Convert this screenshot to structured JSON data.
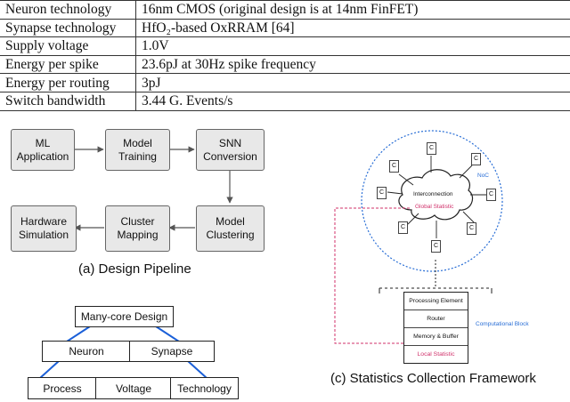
{
  "spec_table": {
    "rows": [
      {
        "label": "Neuron technology",
        "value": "16nm CMOS (original design is at 14nm FinFET)"
      },
      {
        "label": "Synapse technology",
        "value": "HfO₂-based OxRRAM [64]"
      },
      {
        "label": "Supply voltage",
        "value": "1.0V"
      },
      {
        "label": "Energy per spike",
        "value": "23.6pJ at 30Hz spike frequency"
      },
      {
        "label": "Energy per routing",
        "value": "3pJ"
      },
      {
        "label": "Switch bandwidth",
        "value": "3.44 G. Events/s"
      }
    ]
  },
  "pipeline": {
    "steps": [
      "ML\nApplication",
      "Model\nTraining",
      "SNN\nConversion",
      "Model\nClustering",
      "Cluster\nMapping",
      "Hardware\nSimulation"
    ],
    "caption": "(a) Design Pipeline"
  },
  "hierarchy": {
    "root": "Many-core Design",
    "level1": [
      "Neuron",
      "Synapse"
    ],
    "level2": [
      "Process",
      "Voltage",
      "Technology"
    ]
  },
  "framework": {
    "core_label": "C",
    "interconnection": "Interconnection",
    "global_statistic": "Global Statistic",
    "noc_label": "NoC",
    "block_rows": [
      "Processing Element",
      "Router",
      "Memory & Buffer",
      "Local Statistic"
    ],
    "block_label": "Computational Block",
    "caption": "(c) Statistics Collection Framework"
  },
  "colors": {
    "accent_pink": "#d0306a",
    "noc_blue": "#2a6fd6",
    "tree_blue": "#1a5fd8"
  }
}
